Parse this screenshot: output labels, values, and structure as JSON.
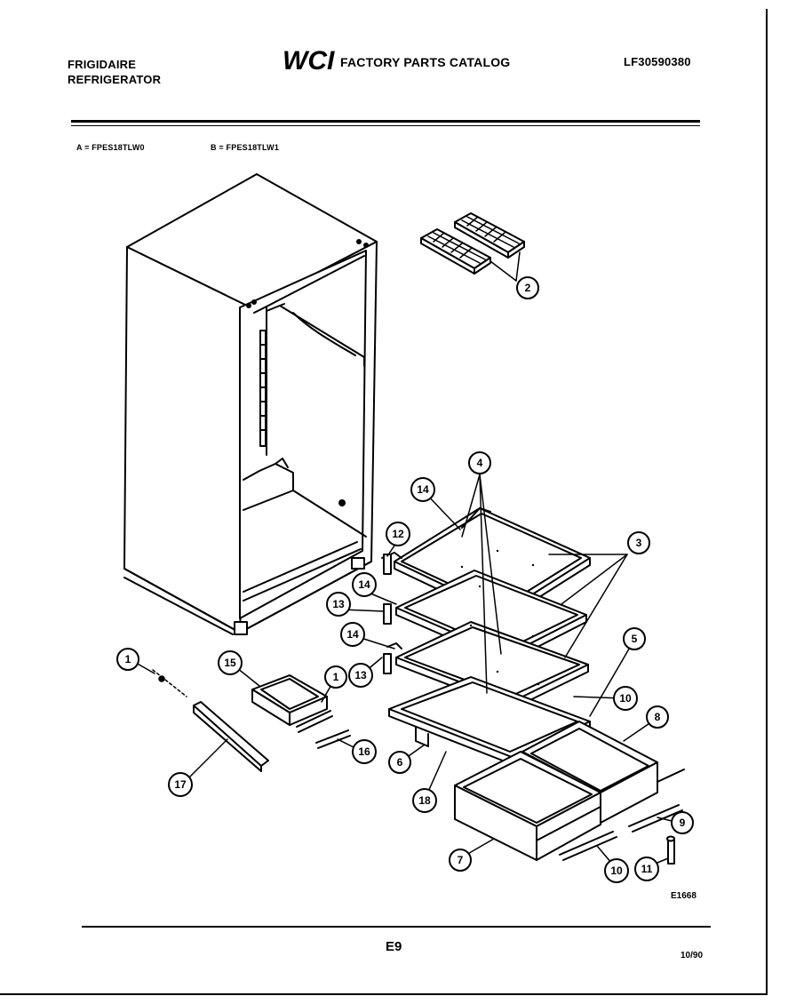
{
  "header": {
    "brand_line1": "FRIGIDAIRE",
    "brand_line2": "REFRIGERATOR",
    "logo_text": "WCI",
    "catalog_title": "FACTORY PARTS CATALOG",
    "catalog_number": "LF30590380"
  },
  "models": {
    "a": "A = FPES18TLW0",
    "b": "B = FPES18TLW1"
  },
  "footer": {
    "figure_code": "E1668",
    "page": "E9",
    "date": "10/90"
  },
  "callouts": {
    "c1a": "1",
    "c1b": "1",
    "c2": "2",
    "c3": "3",
    "c4": "4",
    "c5": "5",
    "c6": "6",
    "c7": "7",
    "c8": "8",
    "c9": "9",
    "c10a": "10",
    "c10b": "10",
    "c11": "11",
    "c12": "12",
    "c13a": "13",
    "c13b": "13",
    "c14a": "14",
    "c14b": "14",
    "c14c": "14",
    "c15": "15",
    "c16": "16",
    "c17": "17",
    "c18": "18"
  }
}
